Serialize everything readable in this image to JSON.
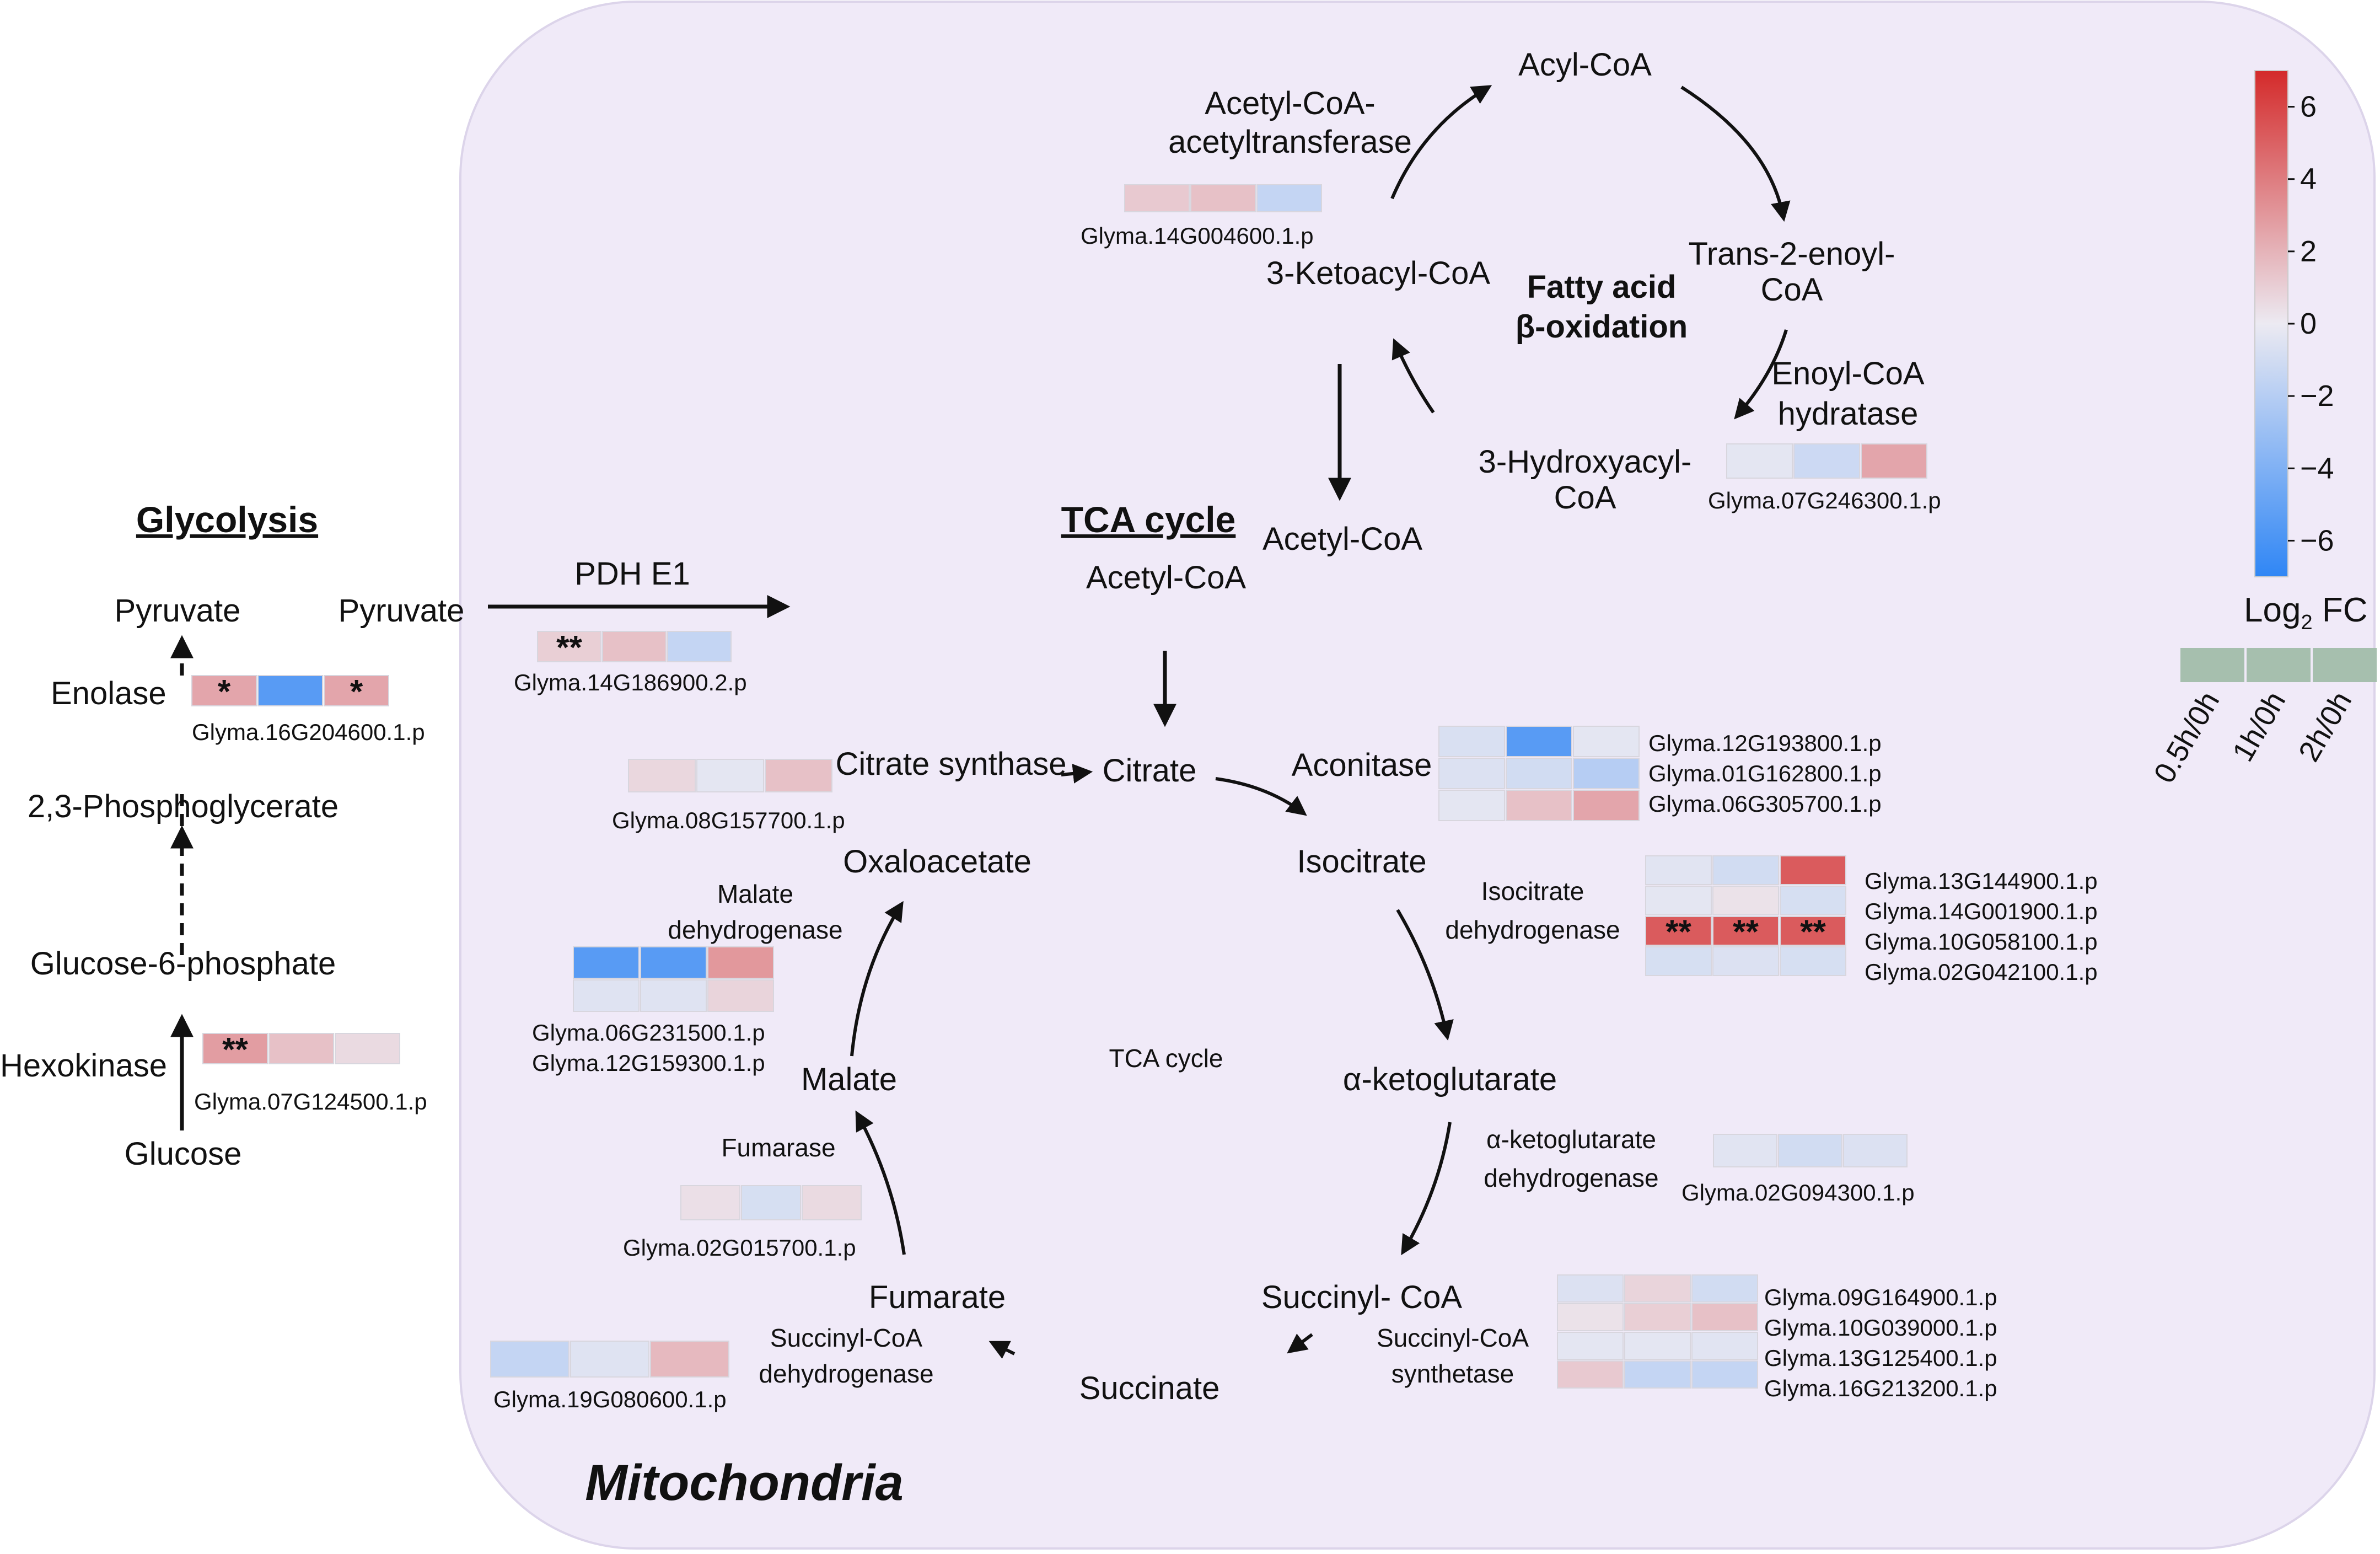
{
  "title_glycolysis": "Glycolysis",
  "title_tca": "TCA cycle",
  "title_mito": "Mitochondria",
  "title_fatty": [
    "Fatty acid",
    "β-oxidation"
  ],
  "tca_center": "TCA cycle",
  "colors": {
    "mito_fill": "#f0eaf8",
    "mito_stroke": "#dcd4ea",
    "strong_red": "#d23f3d",
    "strong_blue": "#2f80f0",
    "legend_header_cell": "#a6bfae"
  },
  "scale": {
    "min": -7,
    "max": 7,
    "ticks": [
      6,
      4,
      2,
      0,
      -2,
      -4,
      -6
    ]
  },
  "legend": {
    "label": "Log",
    "label_sub": "2",
    "label_suffix": " FC",
    "columns": [
      "0.5h/0h",
      "1h/0h",
      "2h/0h"
    ]
  },
  "glycolysis": {
    "metabolites": [
      "Pyruvate",
      "2,3-Phosphoglycerate",
      "Glucose-6-phosphate",
      "Glucose"
    ],
    "enzymes": [
      "Enolase",
      "Hexokinase"
    ]
  },
  "pdh": {
    "enzyme": "PDH E1",
    "pyruvate": "Pyruvate"
  },
  "metabolites": {
    "acetyl_coa": "Acetyl-CoA",
    "acetyl_coa_fa": "Acetyl-CoA",
    "citrate": "Citrate",
    "isocitrate": "Isocitrate",
    "akg": "α-ketoglutarate",
    "succinyl_coa": "Succinyl- CoA",
    "succinate": "Succinate",
    "fumarate": "Fumarate",
    "malate": "Malate",
    "oxaloacetate": "Oxaloacetate",
    "acyl_coa": "Acyl-CoA",
    "trans_enoyl": [
      "Trans-2-enoyl-",
      "CoA"
    ],
    "hydroxyacyl": [
      "3-Hydroxyacyl-",
      "CoA"
    ],
    "ketoacyl": "3-Ketoacyl-CoA"
  },
  "enzymes": {
    "citrate_synthase": [
      "Citrate synthase"
    ],
    "aconitase": [
      "Aconitase"
    ],
    "idh": [
      "Isocitrate",
      "dehydrogenase"
    ],
    "akgdh": [
      "α-ketoglutarate",
      "dehydrogenase"
    ],
    "scs": [
      "Succinyl-CoA",
      "synthetase"
    ],
    "sdh": [
      "Succinyl-CoA",
      "dehydrogenase"
    ],
    "fumarase": [
      "Fumarase"
    ],
    "mdh": [
      "Malate",
      "dehydrogenase"
    ],
    "acat": [
      "Acetyl-CoA-",
      "acetyltransferase"
    ],
    "ech": [
      "Enoyl-CoA",
      "hydratase"
    ]
  },
  "heatmaps": [
    {
      "key": "enolase",
      "genes": [
        {
          "id": "Glyma.16G204600.1.p",
          "values": [
            2.5,
            -5.5,
            2.5
          ],
          "stars": [
            "*",
            "",
            "*"
          ]
        }
      ]
    },
    {
      "key": "hexokinase",
      "genes": [
        {
          "id": "Glyma.07G124500.1.p",
          "values": [
            2.8,
            1.5,
            0.6
          ],
          "stars": [
            "**",
            "",
            ""
          ]
        }
      ]
    },
    {
      "key": "pdh",
      "genes": [
        {
          "id": "Glyma.14G186900.2.p",
          "values": [
            1.0,
            1.5,
            -1.5
          ],
          "stars": [
            "**",
            "",
            ""
          ]
        }
      ]
    },
    {
      "key": "cs",
      "genes": [
        {
          "id": "Glyma.08G157700.1.p",
          "values": [
            0.7,
            -0.3,
            1.5
          ],
          "stars": [
            "",
            "",
            ""
          ]
        }
      ]
    },
    {
      "key": "acon",
      "genes": [
        {
          "id": "Glyma.12G193800.1.p",
          "values": [
            -0.7,
            -5.5,
            -0.3
          ],
          "stars": [
            "",
            "",
            ""
          ]
        },
        {
          "id": "Glyma.01G162800.1.p",
          "values": [
            -0.6,
            -1.0,
            -2.0
          ],
          "stars": [
            "",
            "",
            ""
          ]
        },
        {
          "id": "Glyma.06G305700.1.p",
          "values": [
            -0.3,
            1.5,
            2.5
          ],
          "stars": [
            "",
            "",
            ""
          ]
        }
      ]
    },
    {
      "key": "idh",
      "genes": [
        {
          "id": "Glyma.13G144900.1.p",
          "values": [
            -0.4,
            -1.0,
            5.2
          ],
          "stars": [
            "",
            "",
            ""
          ]
        },
        {
          "id": "Glyma.14G001900.1.p",
          "values": [
            -0.3,
            0.3,
            -0.8
          ],
          "stars": [
            "",
            "",
            ""
          ]
        },
        {
          "id": "Glyma.10G058100.1.p",
          "values": [
            5.2,
            5.2,
            5.2
          ],
          "stars": [
            "**",
            "**",
            "**"
          ]
        },
        {
          "id": "Glyma.02G042100.1.p",
          "values": [
            -0.8,
            -0.6,
            -0.8
          ],
          "stars": [
            "",
            "",
            ""
          ]
        }
      ]
    },
    {
      "key": "akgdh",
      "genes": [
        {
          "id": "Glyma.02G094300.1.p",
          "values": [
            -0.4,
            -1.0,
            -0.6
          ],
          "stars": [
            "",
            "",
            ""
          ]
        }
      ]
    },
    {
      "key": "scs",
      "genes": [
        {
          "id": "Glyma.09G164900.1.p",
          "values": [
            -0.6,
            0.8,
            -1.0
          ],
          "stars": [
            "",
            "",
            ""
          ]
        },
        {
          "id": "Glyma.10G039000.1.p",
          "values": [
            0.3,
            1.0,
            1.5
          ],
          "stars": [
            "",
            "",
            ""
          ]
        },
        {
          "id": "Glyma.13G125400.1.p",
          "values": [
            -0.3,
            -0.3,
            -0.4
          ],
          "stars": [
            "",
            "",
            ""
          ]
        },
        {
          "id": "Glyma.16G213200.1.p",
          "values": [
            1.2,
            -1.5,
            -1.5
          ],
          "stars": [
            "",
            "",
            ""
          ]
        }
      ]
    },
    {
      "key": "sdh",
      "genes": [
        {
          "id": "Glyma.19G080600.1.p",
          "values": [
            -1.5,
            -0.5,
            1.8
          ],
          "stars": [
            "",
            "",
            ""
          ]
        }
      ]
    },
    {
      "key": "fum",
      "genes": [
        {
          "id": "Glyma.02G015700.1.p",
          "values": [
            0.4,
            -0.8,
            0.6
          ],
          "stars": [
            "",
            "",
            ""
          ]
        }
      ]
    },
    {
      "key": "mdh",
      "genes": [
        {
          "id": "Glyma.06G231500.1.p",
          "values": [
            -5.5,
            -5.5,
            3.0
          ],
          "stars": [
            "",
            "",
            ""
          ]
        },
        {
          "id": "Glyma.12G159300.1.p",
          "values": [
            -0.5,
            -0.5,
            0.8
          ],
          "stars": [
            "",
            "",
            ""
          ]
        }
      ]
    },
    {
      "key": "acat",
      "genes": [
        {
          "id": "Glyma.14G004600.1.p",
          "values": [
            1.2,
            1.5,
            -1.5
          ],
          "stars": [
            "",
            "",
            ""
          ]
        }
      ]
    },
    {
      "key": "ech",
      "genes": [
        {
          "id": "Glyma.07G246300.1.p",
          "values": [
            -0.3,
            -1.2,
            2.5
          ],
          "stars": [
            "",
            "",
            ""
          ]
        }
      ]
    }
  ]
}
